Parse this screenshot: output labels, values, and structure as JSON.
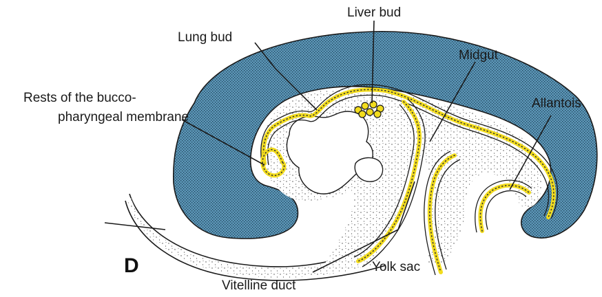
{
  "labels": {
    "liver_bud": "Liver bud",
    "lung_bud": "Lung bud",
    "midgut": "Midgut",
    "rests_line1": "Rests of the bucco-",
    "rests_line2": "pharyngeal membrane",
    "allantois": "Allantois",
    "yolk_sac": "Yolk sac",
    "vitelline_duct": "Vitelline duct",
    "panel": "D"
  },
  "colors": {
    "embryo_blue": "#5b95b6",
    "gut_yellow": "#f2dc1e",
    "outline": "#1a1a1a"
  }
}
